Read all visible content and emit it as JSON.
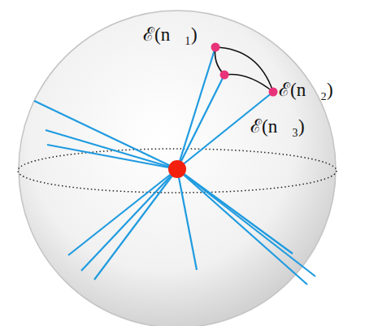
{
  "diagram": {
    "labels": [
      "ℰ(n⃗₁)",
      "ℰ(n⃗₂)",
      "ℰ(n⃗₃)"
    ]
  }
}
